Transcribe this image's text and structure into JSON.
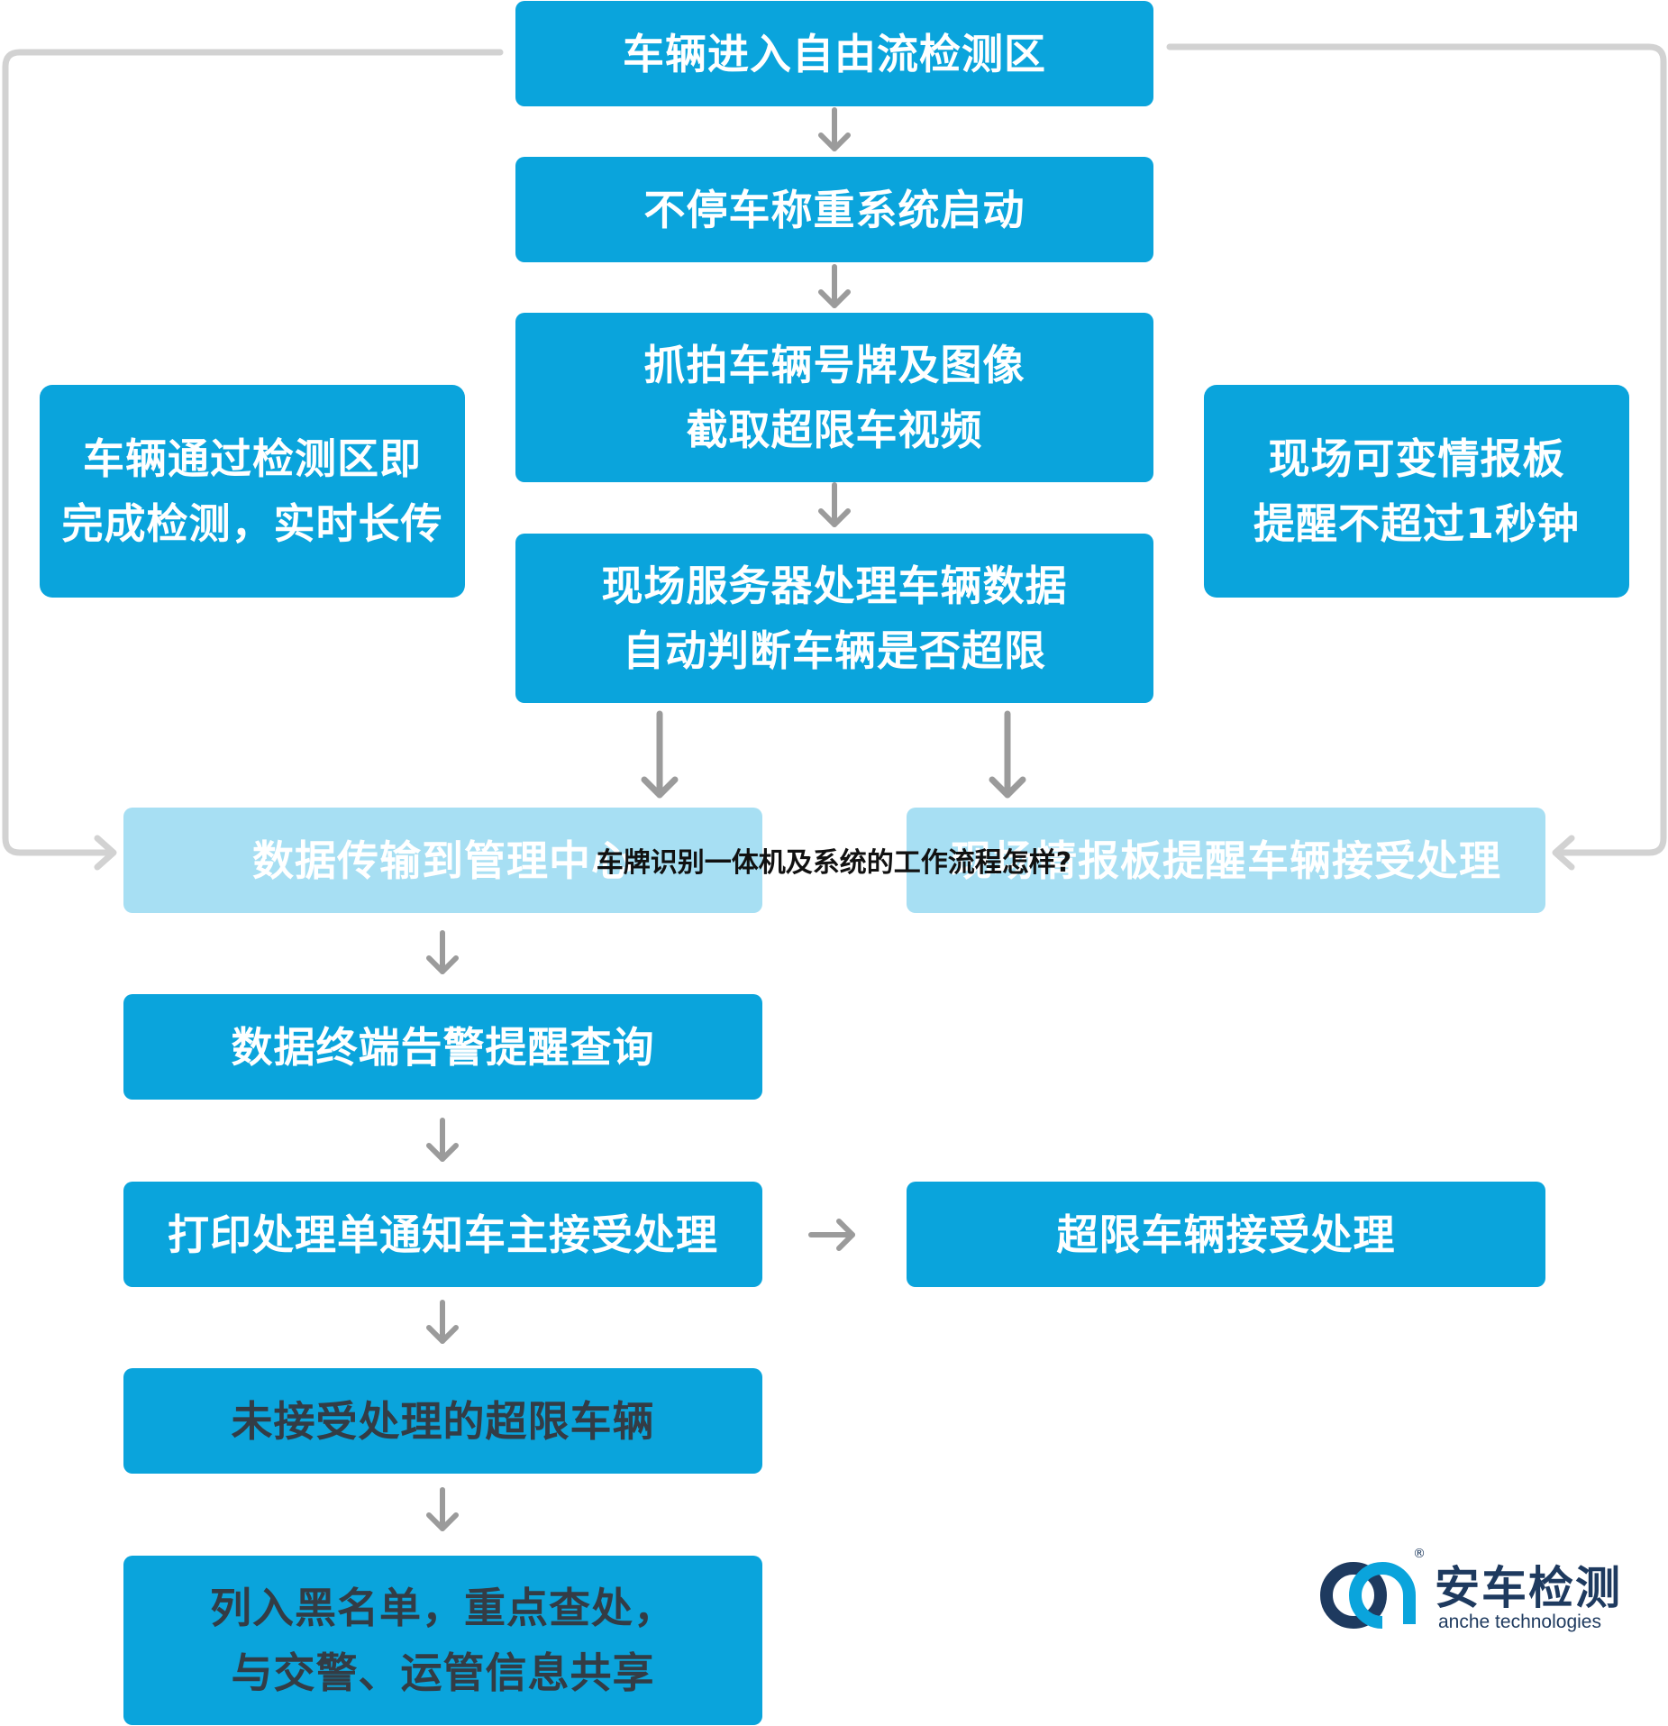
{
  "title": "车牌识别一体机及系统的工作流程怎样?",
  "steps": {
    "enter_zone": "车辆进入自由流检测区",
    "weighing_start": "不停车称重系统启动",
    "capture": "抓拍车辆号牌及图像\n截取超限车视频",
    "server_process": "现场服务器处理车辆数据\n自动判断车辆是否超限",
    "left_note": "车辆通过检测区即\n完成检测，实时长传",
    "right_note": "现场可变情报板\n提醒不超过1秒钟",
    "transmit": "数据传输到管理中心",
    "info_board": "现场情报板提醒车辆接受处理",
    "terminal_alert": "数据终端告警提醒查询",
    "print_notice": "打印处理单通知车主接受处理",
    "overlimit_accept": "超限车辆接受处理",
    "not_accepted": "未接受处理的超限车辆",
    "blacklist": "列入黑名单，重点查处，\n与交警、运管信息共享"
  },
  "logo": {
    "name_cn": "安车检测",
    "name_en": "anche technologies",
    "mark": "®"
  },
  "colors": {
    "box": "#0aa4dc",
    "box_faded": "#a7dff3",
    "arrow": "#9b9b9b",
    "loop_line": "#cfcfcf",
    "logo": "#1e3a5f"
  }
}
